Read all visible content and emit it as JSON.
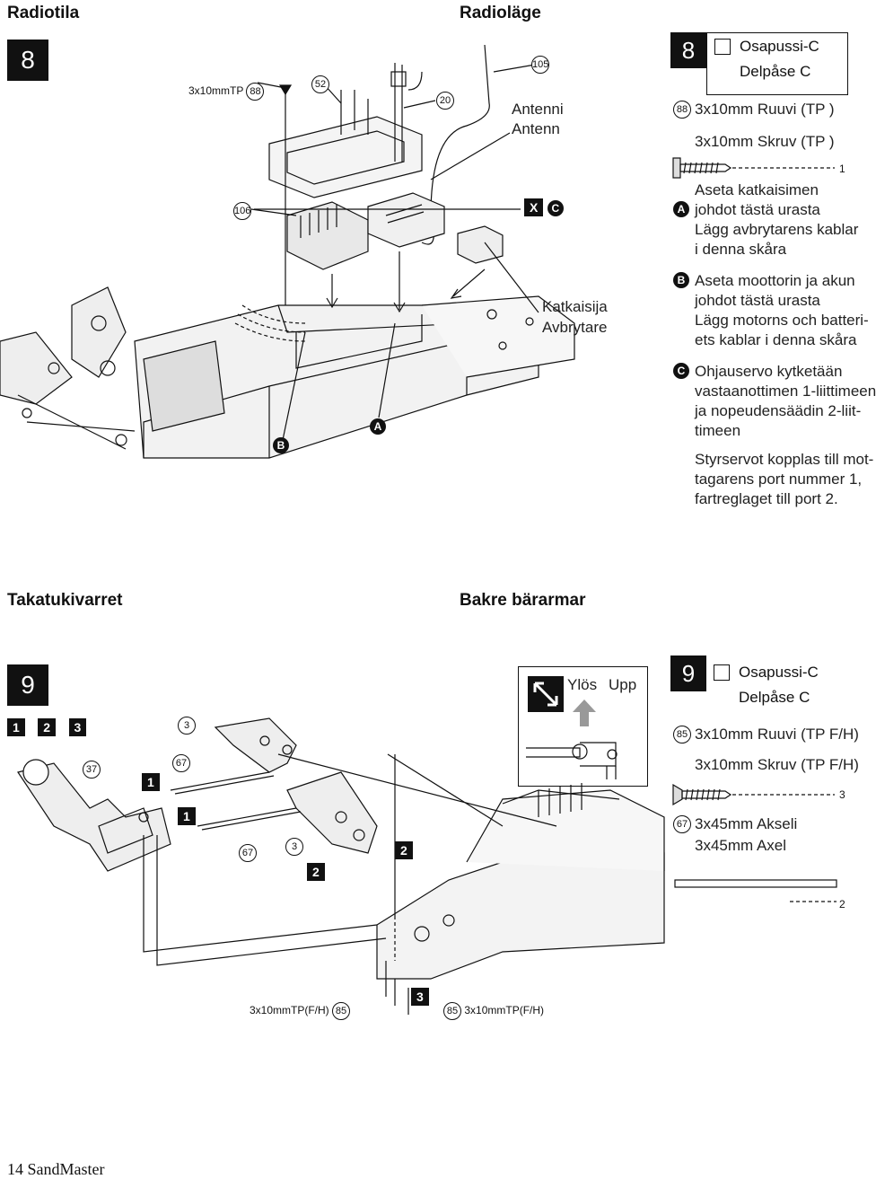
{
  "top": {
    "heading_left": "Radiotila",
    "heading_right": "Radioläge",
    "step_number": "8",
    "bag_line1": "Osapussi-C",
    "bag_line2": "Delpåse C",
    "screw_tag": "3x10mmTP",
    "part_88": "88",
    "part_52": "52",
    "part_20": "20",
    "part_105": "105",
    "part_106": "106",
    "antenna_fi": "Antenni",
    "antenna_sv": "Antenn",
    "switch_fi": "Katkaisija",
    "switch_sv": "Avbrytare",
    "x_label": "X",
    "c_label": "C",
    "marker_a": "A",
    "marker_b": "B",
    "right": {
      "screw_num": "88",
      "screw_fi": "3x10mm Ruuvi (TP )",
      "screw_sv": "3x10mm Skruv (TP )",
      "screw_qty": "1",
      "a_label": "A",
      "a_lines": [
        "Aseta katkaisimen",
        "johdot tästä urasta",
        "Lägg avbrytarens kablar",
        "i denna skåra"
      ],
      "b_label": "B",
      "b_lines": [
        "Aseta moottorin ja akun",
        "johdot tästä urasta",
        "Lägg motorns och batteri-",
        "ets kablar i denna skåra"
      ],
      "c_label": "C",
      "c_lines": [
        "Ohjauservo kytketään",
        "vastaanottimen 1-liittimeen",
        "ja nopeudensäädin 2-liit-",
        "timeen"
      ],
      "c_sv_lines": [
        "Styrservot kopplas till mot-",
        "tagarens port nummer 1,",
        "fartreglaget till port 2."
      ]
    }
  },
  "bottom": {
    "heading_left": "Takatukivarret",
    "heading_right": "Bakre bärarmar",
    "step_number": "9",
    "bag_line1": "Osapussi-C",
    "bag_line2": "Delpåse C",
    "up_fi": "Ylös",
    "up_sv": "Upp",
    "seq": [
      "1",
      "2",
      "3"
    ],
    "part_37": "37",
    "part_67": "67",
    "part_3": "3",
    "part_85": "85",
    "screw_tag": "3x10mmTP(F/H)",
    "right": {
      "screw_num": "85",
      "screw_fi": "3x10mm Ruuvi (TP F/H)",
      "screw_sv": "3x10mm Skruv (TP F/H)",
      "screw_qty": "3",
      "axle_num": "67",
      "axle_fi": "3x45mm Akseli",
      "axle_sv": "3x45mm Axel",
      "axle_qty": "2"
    }
  },
  "footer": {
    "page": "14 SandMaster"
  }
}
